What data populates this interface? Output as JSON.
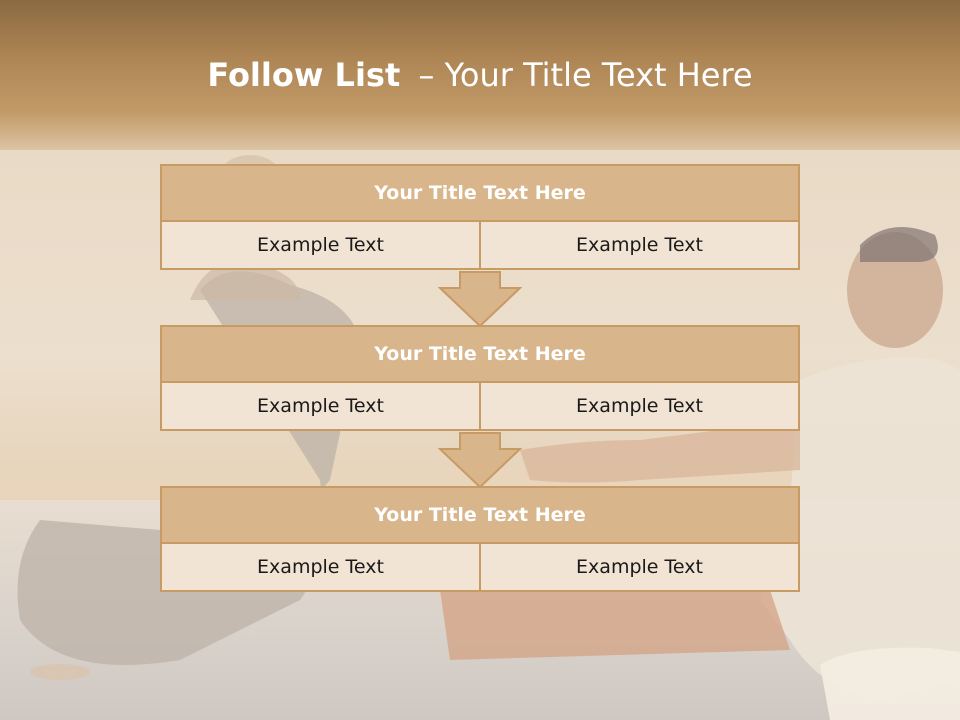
{
  "slide": {
    "title_bold": "Follow List",
    "title_rest": "– Your Title Text Here"
  },
  "blocks": [
    {
      "title": "Your Title Text Here",
      "left": "Example Text",
      "right": "Example Text"
    },
    {
      "title": "Your Title Text Here",
      "left": "Example Text",
      "right": "Example Text"
    },
    {
      "title": "Your Title Text Here",
      "left": "Example Text",
      "right": "Example Text"
    }
  ],
  "colors": {
    "header_fill": "#d8b58a",
    "border": "#c89a64",
    "row_fill": "#f1e4d5",
    "title_band": "#ad8453"
  }
}
